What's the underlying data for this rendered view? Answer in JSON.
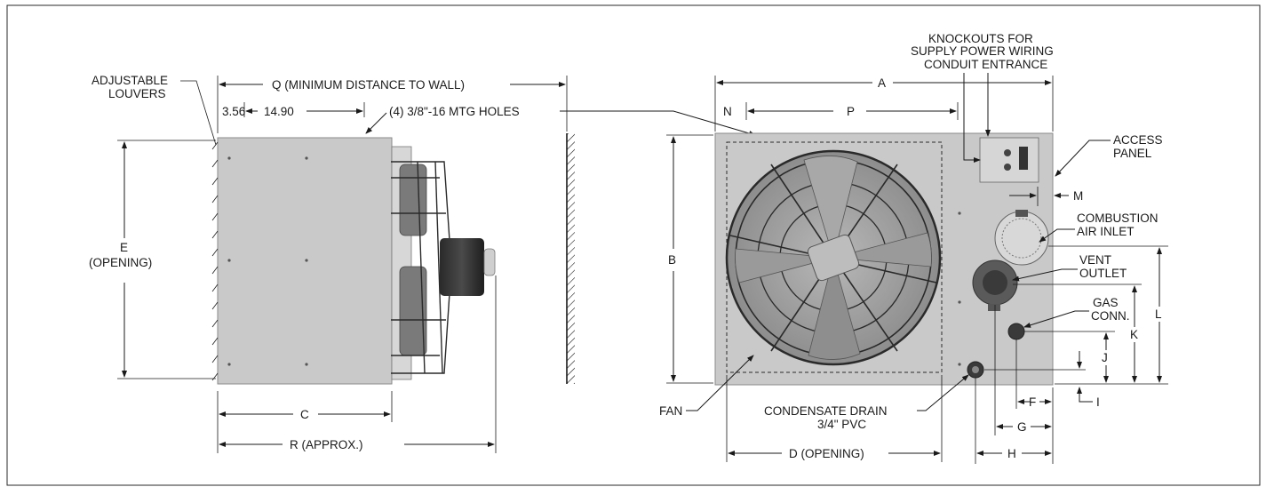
{
  "side_view": {
    "adjustable_louvers": [
      "ADJUSTABLE",
      "LOUVERS"
    ],
    "q_label": "Q  (MINIMUM DISTANCE TO WALL)",
    "dim_3_56": "3.56",
    "dim_14_90": "14.90",
    "mtg_holes": "(4) 3/8\"-16 MTG HOLES",
    "e_label": [
      "E",
      "(OPENING)"
    ],
    "c_label": "C",
    "r_label": "R  (APPROX.)"
  },
  "front_view": {
    "knockouts": [
      "KNOCKOUTS FOR",
      "SUPPLY POWER WIRING",
      "CONDUIT ENTRANCE"
    ],
    "a_label": "A",
    "n_label": "N",
    "p_label": "P",
    "b_label": "B",
    "access_panel": [
      "ACCESS",
      "PANEL"
    ],
    "m_label": "M",
    "combustion_air": [
      "COMBUSTION",
      "AIR INLET"
    ],
    "vent_outlet": [
      "VENT",
      "OUTLET"
    ],
    "gas_conn": [
      "GAS",
      "CONN."
    ],
    "l_label": "L",
    "k_label": "K",
    "j_label": "J",
    "i_label": "I",
    "f_label": "F",
    "g_label": "G",
    "h_label": "H",
    "fan": "FAN",
    "condensate": [
      "CONDENSATE DRAIN",
      "3/4\" PVC"
    ],
    "d_label": "D  (OPENING)"
  },
  "colors": {
    "cabinet": "#c9c9c9",
    "fan_blade": "#9a9a9a",
    "dark": "#3a3a3a",
    "line": "#1a1a1a"
  }
}
